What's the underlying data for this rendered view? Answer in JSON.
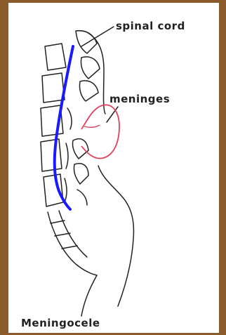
{
  "labels": {
    "spinal_cord": "spinal cord",
    "meninges": "meninges",
    "caption": "Meningocele"
  },
  "colors": {
    "background_frame": "#8a5a2b",
    "panel": "#ffffff",
    "spinal_cord_line": "#1a1aff",
    "meninges_sac": "#e0405a",
    "outline": "#222222"
  }
}
